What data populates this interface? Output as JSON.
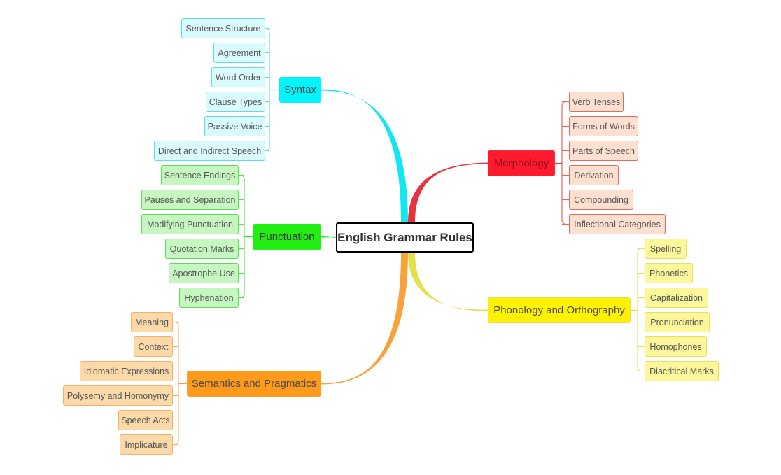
{
  "root": {
    "label": "English Grammar Rules"
  },
  "branches": [
    {
      "id": "syntax",
      "label": "Syntax",
      "color": "#11e6f2",
      "fill": "#00f5ff",
      "text": "#4a4a4a",
      "leaf_fill": "#d9fbfd",
      "leaf_border": "#5fdde6",
      "items": [
        "Sentence Structure",
        "Agreement",
        "Word Order",
        "Clause Types",
        "Passive Voice",
        "Direct and Indirect Speech"
      ]
    },
    {
      "id": "punctuation",
      "label": "Punctuation",
      "color": "#22ee22",
      "fill": "#22ee11",
      "text": "#3a3a3a",
      "leaf_fill": "#c7f7c1",
      "leaf_border": "#5fdc55",
      "items": [
        "Sentence Endings",
        "Pauses and Separation",
        "Modifying Punctuation",
        "Quotation Marks",
        "Apostrophe Use",
        "Hyphenation"
      ]
    },
    {
      "id": "semantics",
      "label": "Semantics and Pragmatics",
      "color": "#f7a23a",
      "fill": "#ff9a1a",
      "text": "#4a4a4a",
      "leaf_fill": "#fcd9a8",
      "leaf_border": "#f2b16a",
      "items": [
        "Meaning",
        "Context",
        "Idiomatic Expressions",
        "Polysemy and Homonymy",
        "Speech Acts",
        "Implicature"
      ]
    },
    {
      "id": "morphology",
      "label": "Morphology",
      "color": "#e8323e",
      "fill": "#ff1a2e",
      "text": "#8a1020",
      "leaf_fill": "#fde0cf",
      "leaf_border": "#e4695f",
      "items": [
        "Verb Tenses",
        "Forms of Words",
        "Parts of Speech",
        "Derivation",
        "Compounding",
        "Inflectional Categories"
      ]
    },
    {
      "id": "phonology",
      "label": "Phonology and Orthography",
      "color": "#e3e04a",
      "fill": "#fff200",
      "text": "#4a4a4a",
      "leaf_fill": "#fbf79a",
      "leaf_border": "#e5e35c",
      "items": [
        "Spelling",
        "Phonetics",
        "Capitalization",
        "Pronunciation",
        "Homophones",
        "Diacritical Marks"
      ]
    }
  ]
}
